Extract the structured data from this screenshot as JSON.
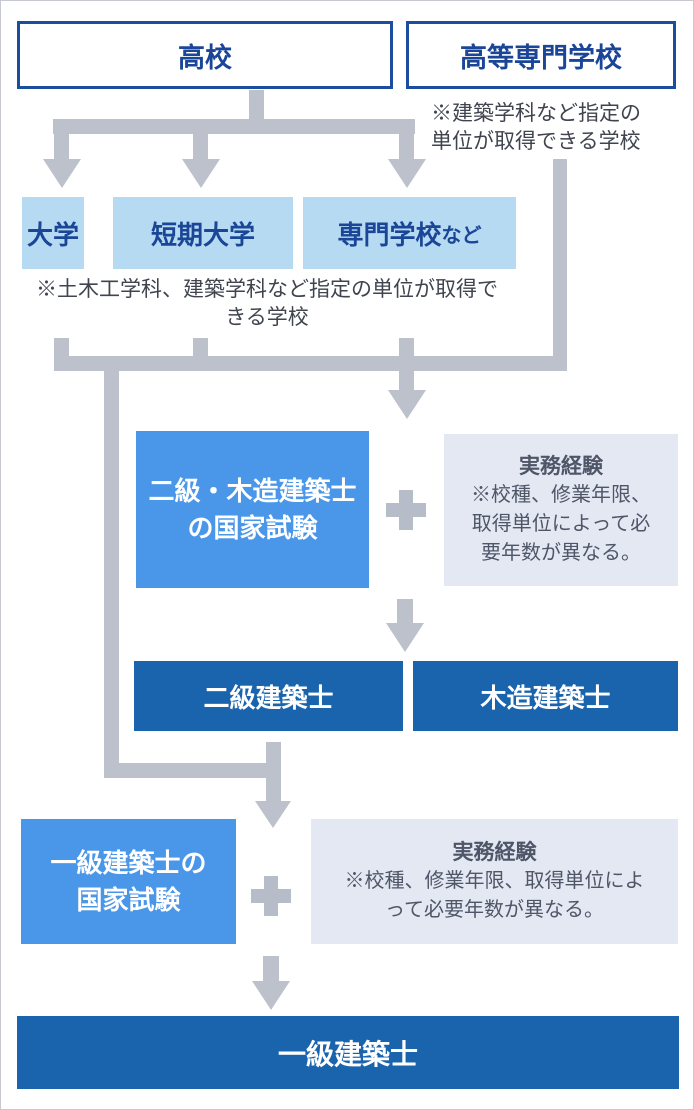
{
  "diagram": {
    "top_schools": [
      {
        "label": "高校"
      },
      {
        "label": "高等専門学校"
      }
    ],
    "kousen_note": {
      "lines": [
        "※建築学科など指定の",
        "単位が取得できる学校"
      ]
    },
    "mid_schools": [
      {
        "label": "大学",
        "suffix": ""
      },
      {
        "label": "短期大学",
        "suffix": ""
      },
      {
        "label": "専門学校",
        "suffix": "など"
      }
    ],
    "mid_note": {
      "lines": [
        "※土木工学科、建築学科など指定の単位が取得で",
        "きる学校"
      ]
    },
    "exam_2kyu": {
      "lines": [
        "二級・木造建築士",
        "の国家試験"
      ]
    },
    "experience_2kyu": {
      "title": "実務経験",
      "lines": [
        "※校種、修業年限、",
        "取得単位によって必",
        "要年数が異なる。"
      ]
    },
    "licenses_2kyu": [
      {
        "label": "二級建築士"
      },
      {
        "label": "木造建築士"
      }
    ],
    "exam_1kyu": {
      "lines": [
        "一級建築士の",
        "国家試験"
      ]
    },
    "experience_1kyu": {
      "title": "実務経験",
      "lines": [
        "※校種、修業年限、取得単位によ",
        "って必要年数が異なる。"
      ]
    },
    "license_1kyu": {
      "label": "一級建築士"
    }
  },
  "colors": {
    "outline_blue": "#1b4e9d",
    "text_blue": "#1b4697",
    "light_blue": "#b5daf1",
    "medium_blue": "#4a96e8",
    "dark_blue": "#1a64ae",
    "connector_gray": "#bdc1cb",
    "plus_gray": "#b6bcc8",
    "panel_gray": "#e4e8f3",
    "panel_text": "#4e5668",
    "note_text": "#3f444e"
  }
}
